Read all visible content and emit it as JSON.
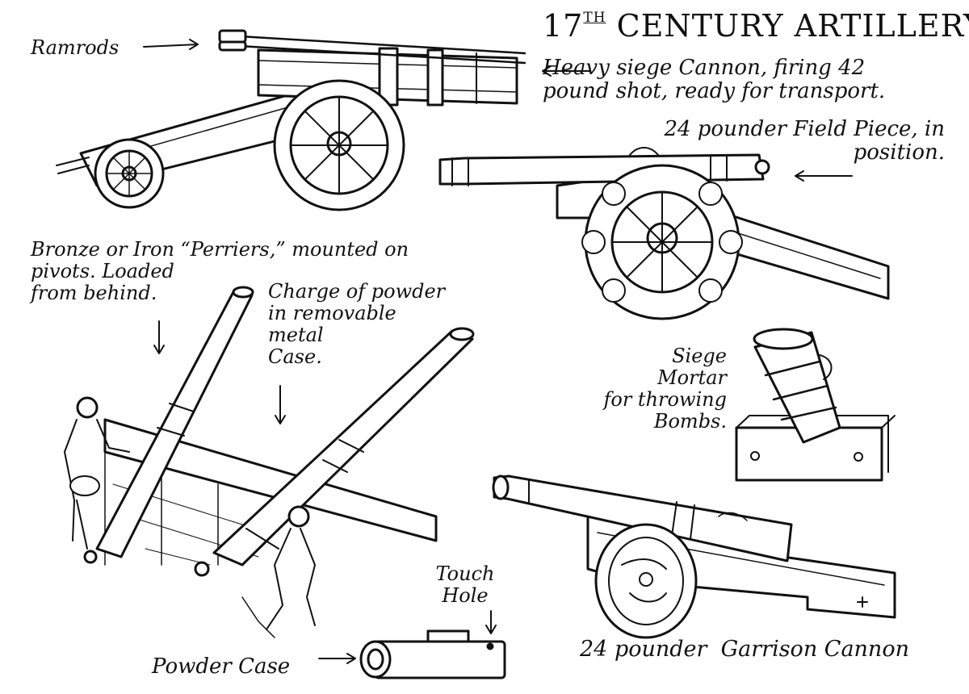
{
  "title": {
    "prefix": "17",
    "ordinal": "TH",
    "rest": "CENTURY ARTILLERY"
  },
  "labels": {
    "ramrods": "Ramrods",
    "siege_cannon": [
      "Heavy siege Cannon, firing 42",
      "pound shot, ready for transport."
    ],
    "field_piece": [
      "24 pounder Field Piece, in",
      "position."
    ],
    "perriers": [
      "Bronze or Iron “Perriers,” mounted on",
      "pivots. Loaded",
      "from behind."
    ],
    "charge": [
      "Charge of powder",
      "in removable",
      "metal",
      "Case."
    ],
    "mortar": [
      "Siege",
      "Mortar",
      "for throwing",
      "Bombs."
    ],
    "touch_hole": [
      "Touch",
      "Hole"
    ],
    "powder_case": "Powder Case",
    "garrison_cannon": "24 pounder  Garrison Cannon"
  }
}
